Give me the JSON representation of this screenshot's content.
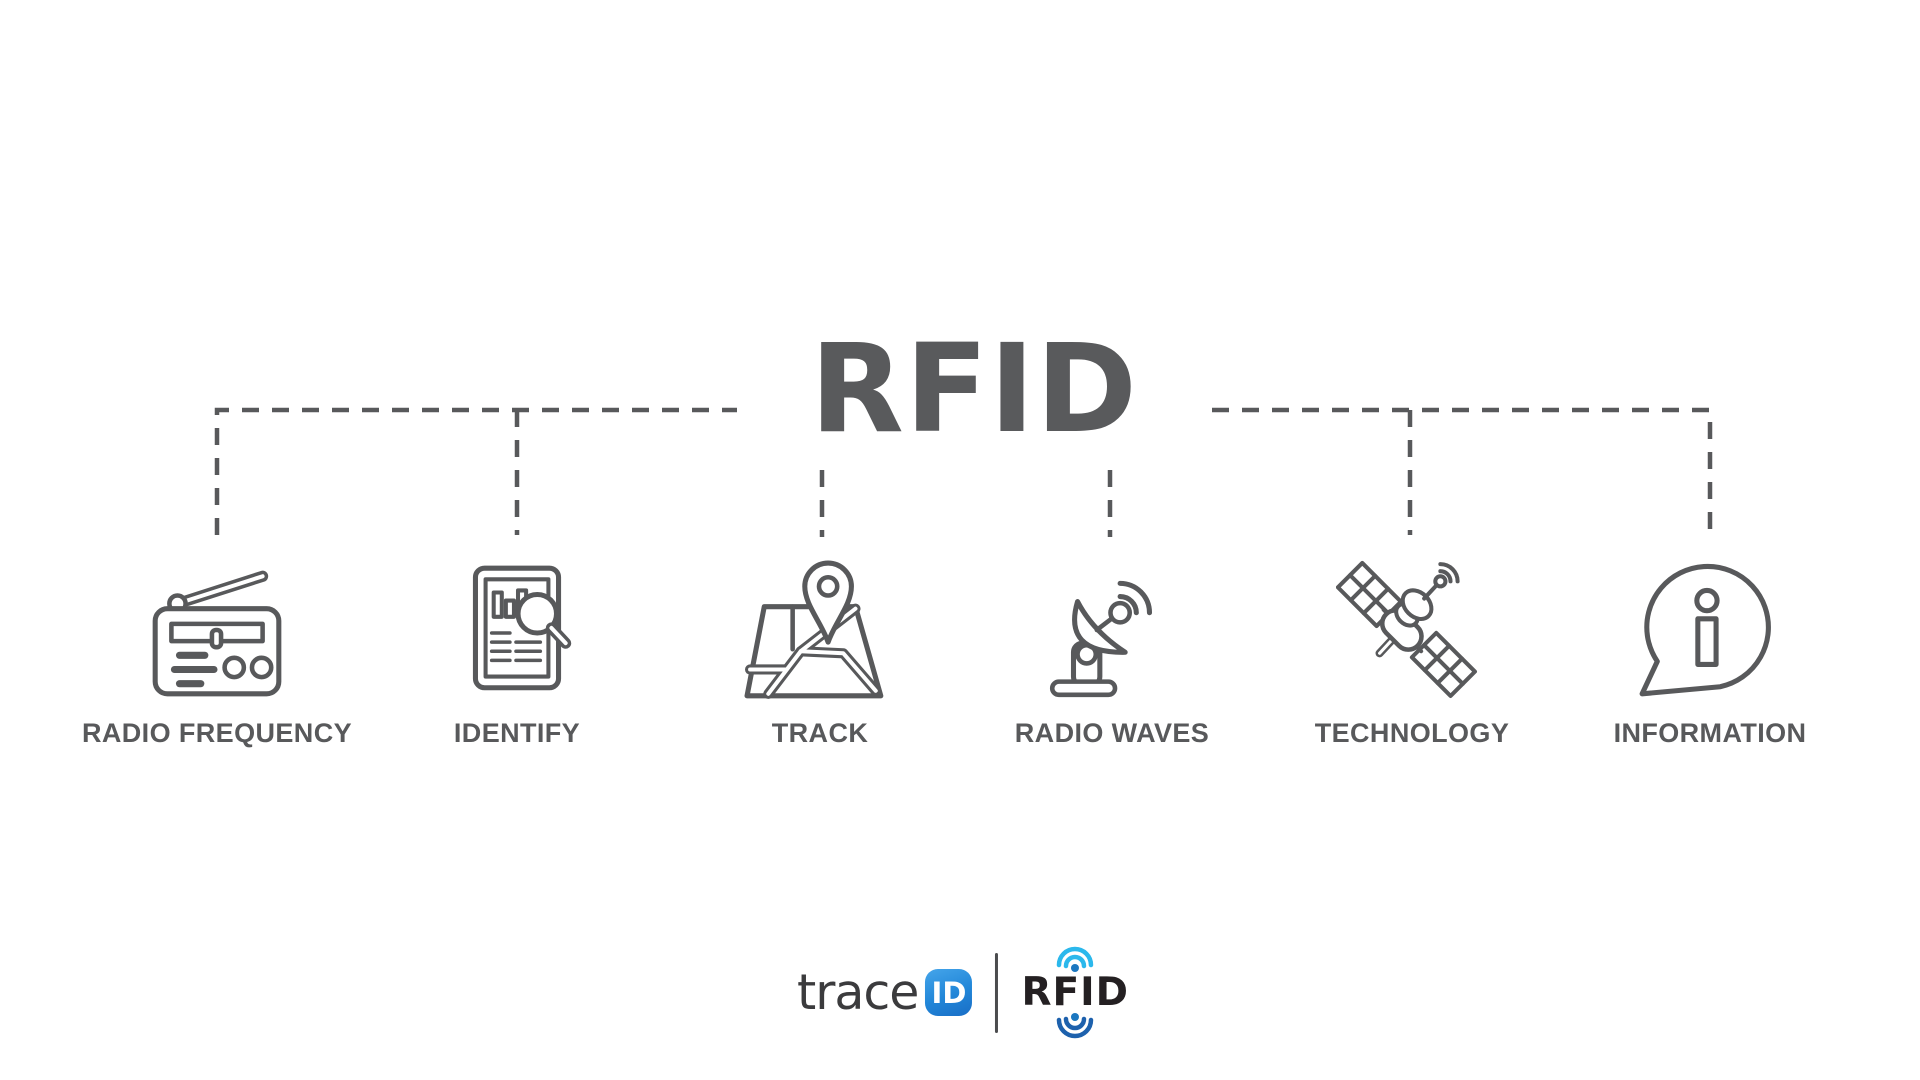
{
  "title": "RFID",
  "items": [
    {
      "label": "RADIO FREQUENCY",
      "icon": "radio-icon"
    },
    {
      "label": "IDENTIFY",
      "icon": "document-magnifier-icon"
    },
    {
      "label": "TRACK",
      "icon": "map-location-pin-icon"
    },
    {
      "label": "RADIO WAVES",
      "icon": "satellite-dish-icon"
    },
    {
      "label": "TECHNOLOGY",
      "icon": "satellite-icon"
    },
    {
      "label": "INFORMATION",
      "icon": "info-speech-bubble-icon"
    }
  ],
  "footer_logo": {
    "brand": "trace",
    "badge": "ID",
    "wordmark": "RFID"
  },
  "colors": {
    "diagram_gray": "#58595b",
    "title_gray": "#595a5c",
    "label_gray": "#58595b",
    "brand_text": "#3b3b3d",
    "badge_blue_top": "#45a5ea",
    "badge_blue_bottom": "#1a6ec6",
    "signal_cyan": "#2bb8ec",
    "signal_blue": "#1d61ad",
    "signal_dot_blue": "#1b77c0",
    "wordmark_black": "#242022",
    "background": "#ffffff"
  }
}
